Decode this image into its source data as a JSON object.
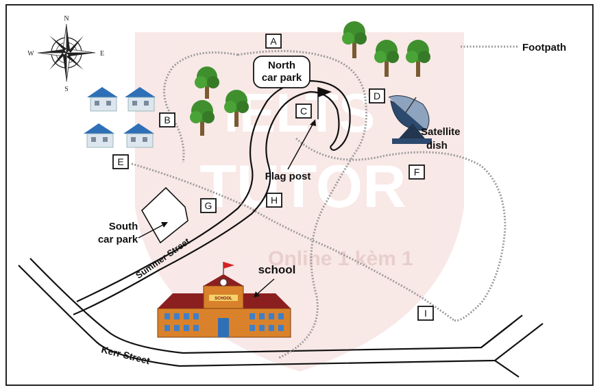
{
  "legend": {
    "footpath_label": "Footpath"
  },
  "compass": {
    "n": "N",
    "s": "S",
    "e": "E",
    "w": "W"
  },
  "markers": {
    "a": "A",
    "b": "B",
    "c": "C",
    "d": "D",
    "e": "E",
    "f": "F",
    "g": "G",
    "h": "H",
    "i": "I"
  },
  "places": {
    "north_car_park_1": "North",
    "north_car_park_2": "car park",
    "south_car_park_1": "South",
    "south_car_park_2": "car park",
    "satellite_1": "Satellite",
    "satellite_2": "dish",
    "flag_post": "Flag post",
    "school": "school",
    "school_sign": "SCHOOL"
  },
  "streets": {
    "summer": "Summer Street",
    "kerr": "Kerr Street"
  },
  "watermark": {
    "line1": "IELTS",
    "line2": "TUTOR",
    "line3": "Online 1 kèm 1"
  },
  "colors": {
    "path": "#9a9a9a",
    "tree": "#3f8f2e",
    "house_roof": "#2f6fb7",
    "school": "#d9822b",
    "watermark": "#e8b9b5"
  }
}
